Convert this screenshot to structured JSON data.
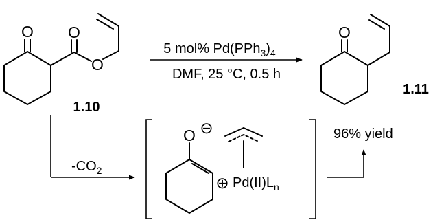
{
  "scheme": {
    "reactant": {
      "label": "1.10",
      "atoms": {
        "ketone_o": "O",
        "ester_o_carbonyl": "O",
        "ester_o_ether": "O"
      }
    },
    "product": {
      "label": "1.11",
      "atoms": {
        "ketone_o": "O"
      }
    },
    "conditions": {
      "line1_prefix": "5 mol% Pd(PPh",
      "line1_sub": "3",
      "line1_suffix": ")",
      "line1_sub2": "4",
      "line2": "DMF, 25 °C, 0.5 h"
    },
    "yield": "96% yield",
    "decarboxylation": {
      "prefix": "-CO",
      "sub": "2"
    },
    "intermediate": {
      "enolate_o": "O",
      "enolate_charge": "⊖",
      "pd_charge": "⊕",
      "pd_prefix": "Pd(II)L",
      "pd_sub": "n"
    }
  }
}
